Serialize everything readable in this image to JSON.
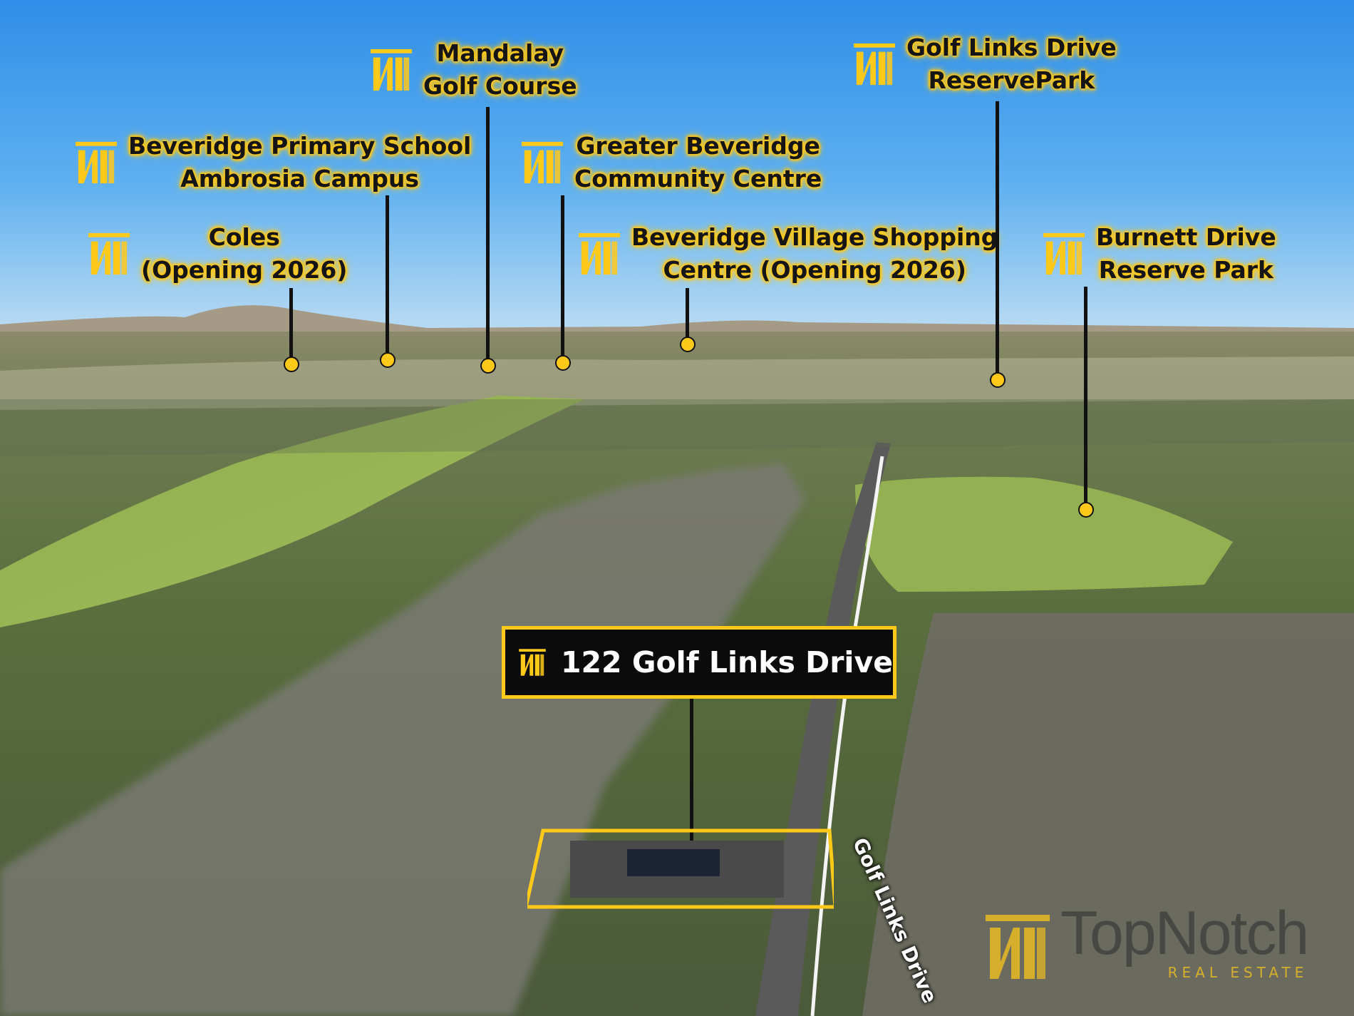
{
  "colors": {
    "accent": "#ffc91a",
    "dark": "#0b0b0b"
  },
  "brand_icon": "topnotch-logo-icon",
  "points_of_interest": [
    {
      "id": "coles",
      "lines": [
        "Coles",
        "(Opening 2026)"
      ]
    },
    {
      "id": "school",
      "lines": [
        "Beveridge Primary School",
        "Ambrosia Campus"
      ]
    },
    {
      "id": "golf",
      "lines": [
        "Mandalay",
        "Golf Course"
      ]
    },
    {
      "id": "community",
      "lines": [
        "Greater Beveridge",
        "Community Centre"
      ]
    },
    {
      "id": "shopping",
      "lines": [
        "Beveridge Village Shopping",
        "Centre (Opening 2026)"
      ]
    },
    {
      "id": "golf-reserve",
      "lines": [
        "Golf Links Drive",
        "ReservePark"
      ]
    },
    {
      "id": "burnett",
      "lines": [
        "Burnett Drive",
        "Reserve Park"
      ]
    }
  ],
  "property": {
    "address": "122 Golf Links Drive"
  },
  "street_label": "Golf Links Drive",
  "watermark": {
    "brand": "TopNotch",
    "sub": "REAL ESTATE"
  }
}
